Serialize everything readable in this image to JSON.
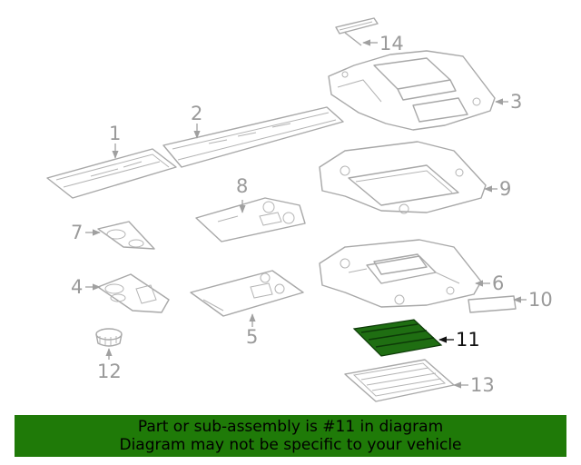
{
  "callouts": {
    "c1": "1",
    "c2": "2",
    "c3": "3",
    "c4": "4",
    "c5": "5",
    "c6": "6",
    "c7": "7",
    "c8": "8",
    "c9": "9",
    "c10": "10",
    "c11": "11",
    "c12": "12",
    "c13": "13",
    "c14": "14"
  },
  "highlighted_part": "11",
  "colors": {
    "highlight_part": "#1f6e12",
    "banner": "#1f7a08",
    "line_art": "#a8a8a8"
  },
  "banner": {
    "line1": "Part or sub-assembly is #11 in diagram",
    "line2": "Diagram may not be specific to your vehicle"
  }
}
